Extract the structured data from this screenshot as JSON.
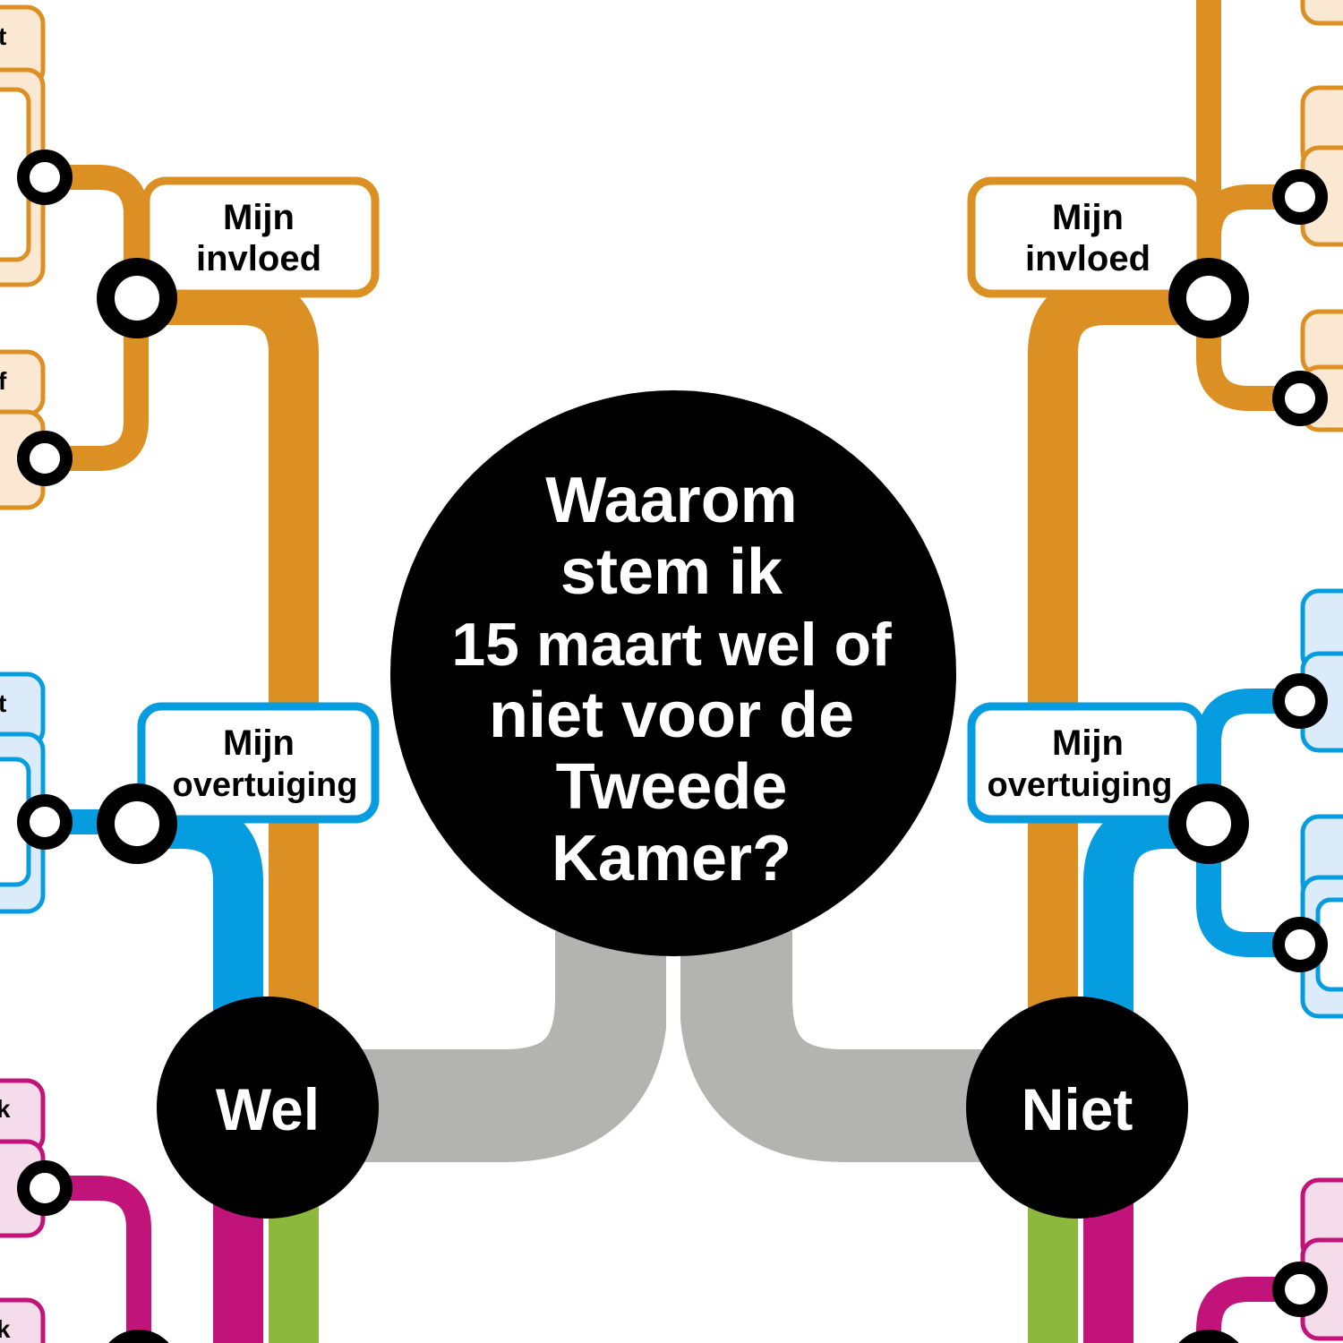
{
  "colors": {
    "orange": "#dc8f22",
    "blue": "#069de0",
    "magenta": "#c2137b",
    "green": "#8cb83d",
    "gray": "#b3b3b2",
    "black": "#000000",
    "orange_tint": "#fbe8d2",
    "blue_tint": "#dcebf9",
    "magenta_tint": "#f4dcea"
  },
  "center": {
    "title_lines": [
      "Waarom",
      "stem ik",
      "15 maart wel of",
      "niet voor de",
      "Tweede",
      "Kamer?"
    ]
  },
  "left_branch": {
    "node_label": "Wel",
    "influence_box": {
      "line1": "Mijn",
      "line2": "invloed"
    },
    "conviction_box": {
      "line1": "Mijn",
      "line2": "overtuiging"
    },
    "edge_fragments": [
      "t",
      "f",
      "t",
      "k",
      "k"
    ]
  },
  "right_branch": {
    "node_label": "Niet",
    "influence_box": {
      "line1": "Mijn",
      "line2": "invloed"
    },
    "conviction_box": {
      "line1": "Mijn",
      "line2": "overtuiging"
    }
  }
}
